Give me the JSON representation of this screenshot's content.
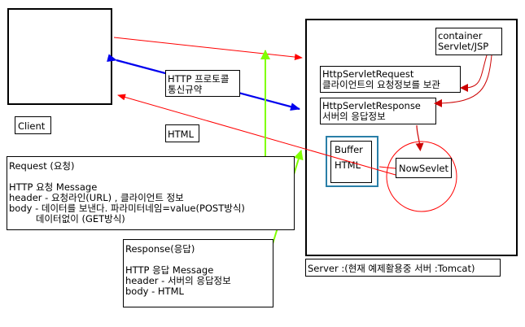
{
  "client": {
    "label": "Client"
  },
  "server": {
    "caption": "Server :(현재 예제활용중 서버 :Tomcat)"
  },
  "container": {
    "lines": [
      "container",
      "Servlet/JSP"
    ]
  },
  "request_obj": {
    "lines": [
      "HttpServletRequest",
      "클라이언트의 요청정보를 보관"
    ]
  },
  "response_obj": {
    "lines": [
      "HttpServletResponse",
      "서버의 응답정보"
    ]
  },
  "buffer": {
    "lines": [
      "Buffer",
      "HTML"
    ]
  },
  "servlet": {
    "label": "NowSevlet"
  },
  "protocol": {
    "lines": [
      "HTTP 프로토콜",
      "통신규약"
    ]
  },
  "html_label": "HTML",
  "request_note": {
    "lines": [
      "Request (요청)",
      "",
      "HTTP 요청 Message",
      "header - 요청라인(URL) , 클라이언트 정보",
      "body - 데이터를 보낸다. 파라미터네임=value(POST방식)",
      "         데이터없이 (GET방식)"
    ]
  },
  "response_note": {
    "lines": [
      "Response(응답)",
      "",
      "HTTP 응답 Message",
      "header - 서버의 응답정보",
      "body - HTML"
    ]
  },
  "colors": {
    "red": "#ff0000",
    "blue": "#0000ee",
    "green": "#80ff00",
    "buffer_border": "#2a7fa8",
    "dark_red": "#cc0000"
  }
}
